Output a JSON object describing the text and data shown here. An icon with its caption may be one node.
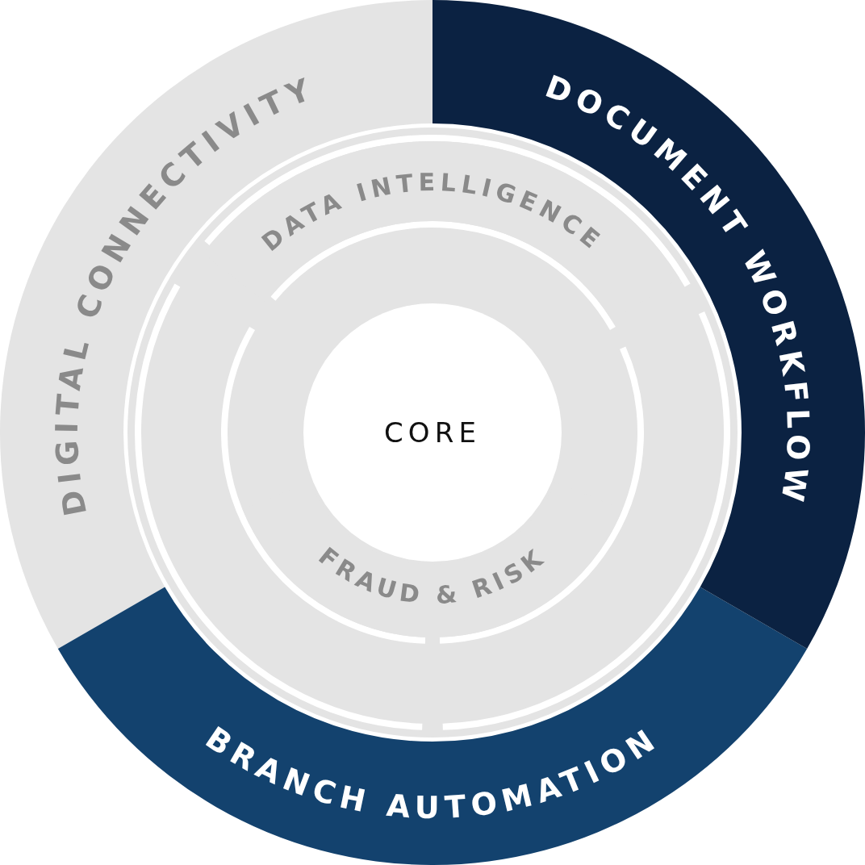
{
  "diagram": {
    "nodes": [
      {
        "text": [
          "CORE"
        ]
      },
      {
        "text": [
          "FRAUD & RISK"
        ]
      },
      {
        "text": [
          "DATA INTELLIGENCE"
        ]
      },
      {
        "text": [
          "DOCUMENT WORKFLOW"
        ]
      },
      {
        "text": [
          "BRANCH AUTOMATION"
        ]
      },
      {
        "text": [
          "DIGITAL CONNECTIVITY"
        ]
      }
    ]
  }
}
